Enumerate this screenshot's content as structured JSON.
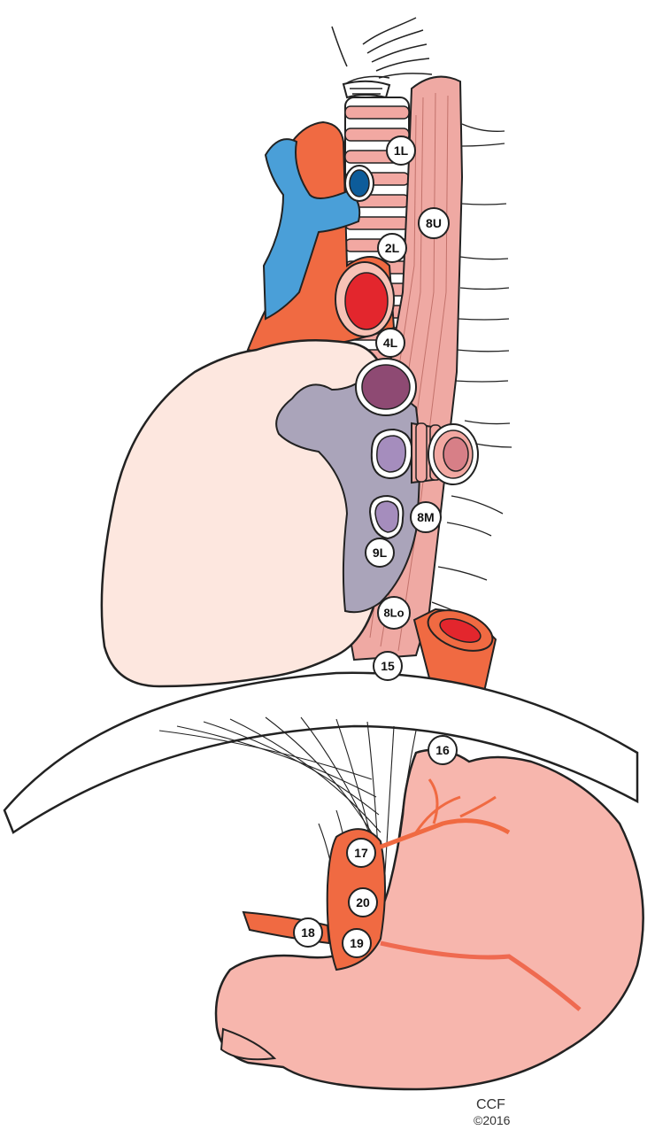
{
  "figure": {
    "colors": {
      "esophagus": "#efa9a3",
      "esophagus_stroke": "#b8655e",
      "heart": "#fde7df",
      "artery": "#f06a42",
      "vein": "#4a9fd8",
      "vein_dark": "#0d5c9a",
      "aorta_lumen": "#e3262d",
      "lung_hilum": "#aaa4ba",
      "node_dark": "#8e4a73",
      "node_light": "#a58dbd",
      "stomach": "#f7b6ad",
      "stomach_line": "#ef6a50",
      "trachea_ring": "#f2a8a2"
    },
    "node_labels": {
      "n1L": "1L",
      "n2L": "2L",
      "n4L": "4L",
      "n8U": "8U",
      "n8M": "8M",
      "n9L": "9L",
      "n8Lo": "8Lo",
      "n15": "15",
      "n16": "16",
      "n17": "17",
      "n18": "18",
      "n19": "19",
      "n20": "20"
    },
    "credit": {
      "line1": "CCF",
      "line2": "©2016"
    }
  }
}
